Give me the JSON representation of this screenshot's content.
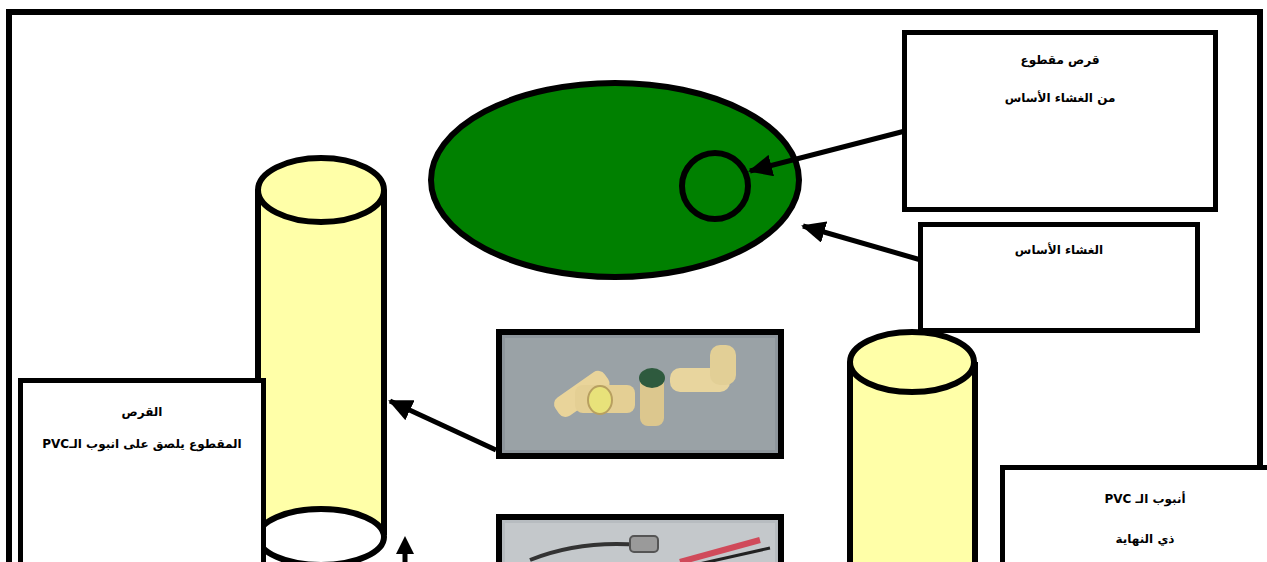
{
  "diagram": {
    "nodes": [
      {
        "text": [
          "قرص مقطوع",
          "من الغشاء الأساس"
        ]
      },
      {
        "text": [
          "الغشاء الأساس"
        ]
      },
      {
        "text": [
          "القرص",
          "المقطوع يلصق على انبوب الـPVC"
        ]
      },
      {
        "text": [
          "أنبوب الـ PVC",
          "ذي النهاية"
        ]
      }
    ]
  }
}
